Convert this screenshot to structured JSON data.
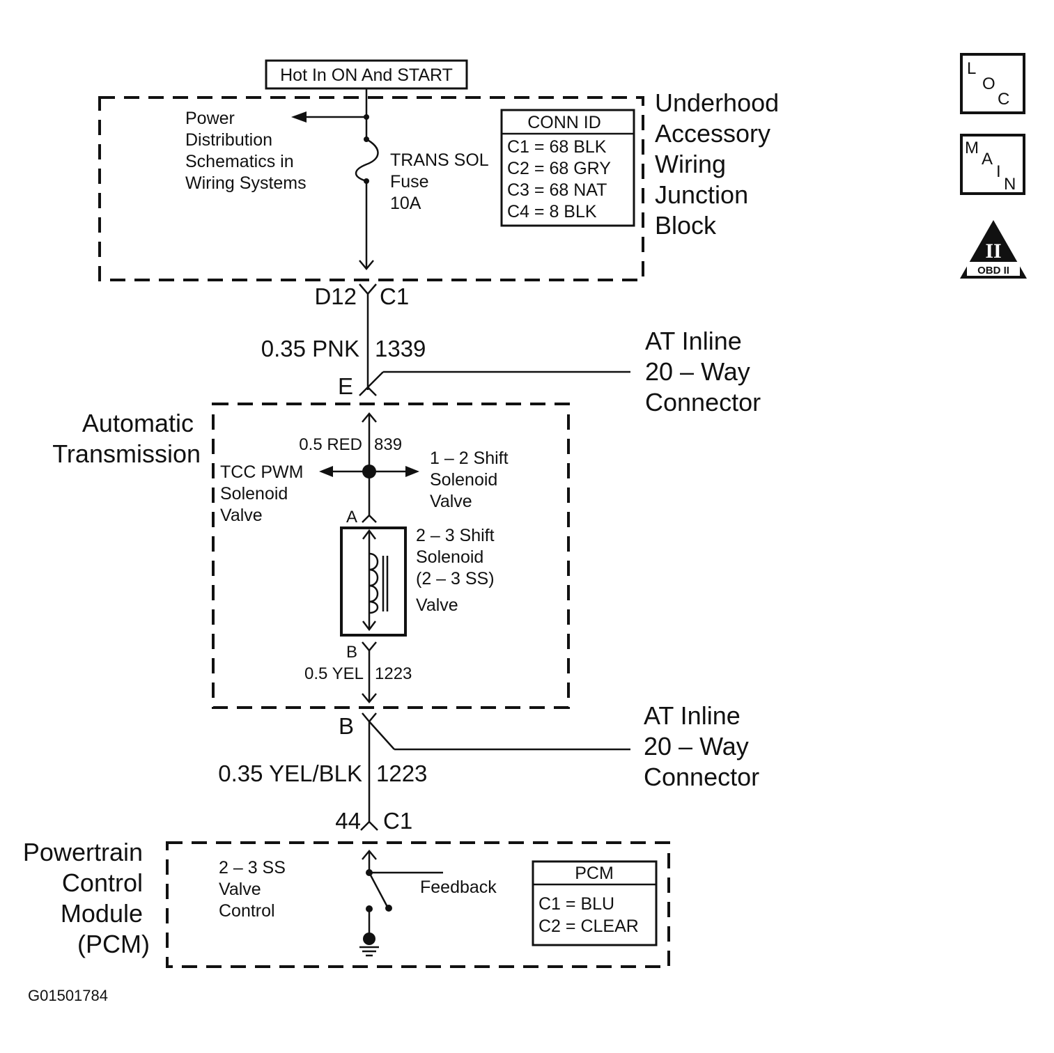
{
  "hot_label": "Hot In ON And START",
  "underhood": {
    "title": [
      "Underhood",
      "Accessory",
      "Wiring",
      "Junction",
      "Block"
    ],
    "power_dist": [
      "Power",
      "Distribution",
      "Schematics in",
      "Wiring Systems"
    ],
    "fuse": [
      "TRANS SOL",
      "Fuse",
      "10A"
    ],
    "conn_id": {
      "header": "CONN ID",
      "rows": [
        "C1 = 68 BLK",
        "C2 = 68 GRY",
        "C3 = 68 NAT",
        "C4 = 8 BLK"
      ]
    }
  },
  "connector_top": {
    "left": "D12",
    "right": "C1"
  },
  "wire1": {
    "gauge": "0.35 PNK",
    "circuit": "1339"
  },
  "inline1": {
    "pin": "E",
    "label": [
      "AT Inline",
      "20 – Way",
      "Connector"
    ]
  },
  "transmission": {
    "title": [
      "Automatic",
      "Transmission"
    ],
    "wire": {
      "gauge": "0.5 RED",
      "circuit": "839"
    },
    "tcc": [
      "TCC PWM",
      "Solenoid",
      "Valve"
    ],
    "shift12": [
      "1 – 2 Shift",
      "Solenoid",
      "Valve"
    ],
    "pin_a": "A",
    "solenoid": [
      "2 – 3 Shift",
      "Solenoid",
      "(2 – 3 SS)",
      "Valve"
    ],
    "pin_b": "B",
    "wire_out": {
      "gauge": "0.5 YEL",
      "circuit": "1223"
    }
  },
  "inline2": {
    "pin": "B",
    "label": [
      "AT Inline",
      "20 – Way",
      "Connector"
    ]
  },
  "wire2": {
    "gauge": "0.35 YEL/BLK",
    "circuit": "1223"
  },
  "connector_bottom": {
    "left": "44",
    "right": "C1"
  },
  "pcm": {
    "title": [
      "Powertrain",
      "Control",
      "Module",
      "(PCM)"
    ],
    "control": [
      "2 – 3 SS",
      "Valve",
      "Control"
    ],
    "feedback": "Feedback",
    "table": {
      "header": "PCM",
      "rows": [
        "C1 = BLU",
        "C2 = CLEAR"
      ]
    }
  },
  "icons": {
    "loc": [
      "L",
      "O",
      "C"
    ],
    "main": [
      "M",
      "A",
      "I",
      "N"
    ],
    "obd_mark": "II",
    "obd_text": "OBD II"
  },
  "figure_id": "G01501784"
}
